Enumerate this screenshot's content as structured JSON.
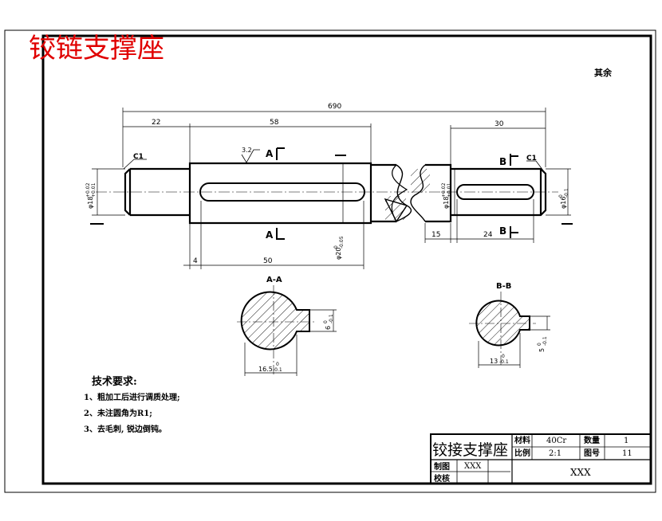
{
  "title_red": "铰链支撑座",
  "surface_note": "其余",
  "roughness": "3.2",
  "dims": {
    "overall": "690",
    "seg_left": "22",
    "seg_mid": "58",
    "seg_right": "30",
    "key_width_50": "50",
    "key_offset_4": "4",
    "gap_15": "15",
    "key2_24": "24",
    "dia_left": "φ18",
    "dia_left_tol_up": "+0.02",
    "dia_left_tol_lo": "+0.01",
    "dia_mid": "φ20",
    "dia_mid_tol": "-0.05",
    "dia_mid_zero": "0",
    "dia_right": "φ18",
    "dia_right_tol_up": "+0.02",
    "dia_right_tol_lo": "+0.01",
    "dia_end": "φ16",
    "dia_end_tol": "-0.1",
    "dia_end_zero": "0"
  },
  "chamfers": {
    "left": "C1",
    "right": "C1"
  },
  "section_marks": {
    "a": "A",
    "b": "B"
  },
  "sections": {
    "aa_title": "A-A",
    "aa_dim": "16.5",
    "aa_dim_tol": "-0.1",
    "aa_dim_zero": "0",
    "aa_key": "6",
    "aa_key_tol": "-0.1",
    "aa_key_zero": "0",
    "bb_title": "B-B",
    "bb_dim": "13",
    "bb_dim_tol": "-0.1",
    "bb_dim_zero": "0",
    "bb_key": "5",
    "bb_key_tol": "-0.1",
    "bb_key_zero": "0"
  },
  "tech_req": {
    "heading": "技术要求:",
    "items": [
      "1、粗加工后进行调质处理;",
      "2、未注圆角为R1;",
      "3、去毛刺, 锐边倒钝。"
    ]
  },
  "title_block": {
    "part_name": "铰接支撑座",
    "material_label": "材料",
    "material_value": "40Cr",
    "qty_label": "数量",
    "qty_value": "1",
    "scale_label": "比例",
    "scale_value": "2:1",
    "drawing_no_label": "图号",
    "drawing_no_value": "11",
    "drawn_label": "制图",
    "drawn_value": "XXX",
    "check_label": "校核",
    "org_value": "XXX"
  }
}
